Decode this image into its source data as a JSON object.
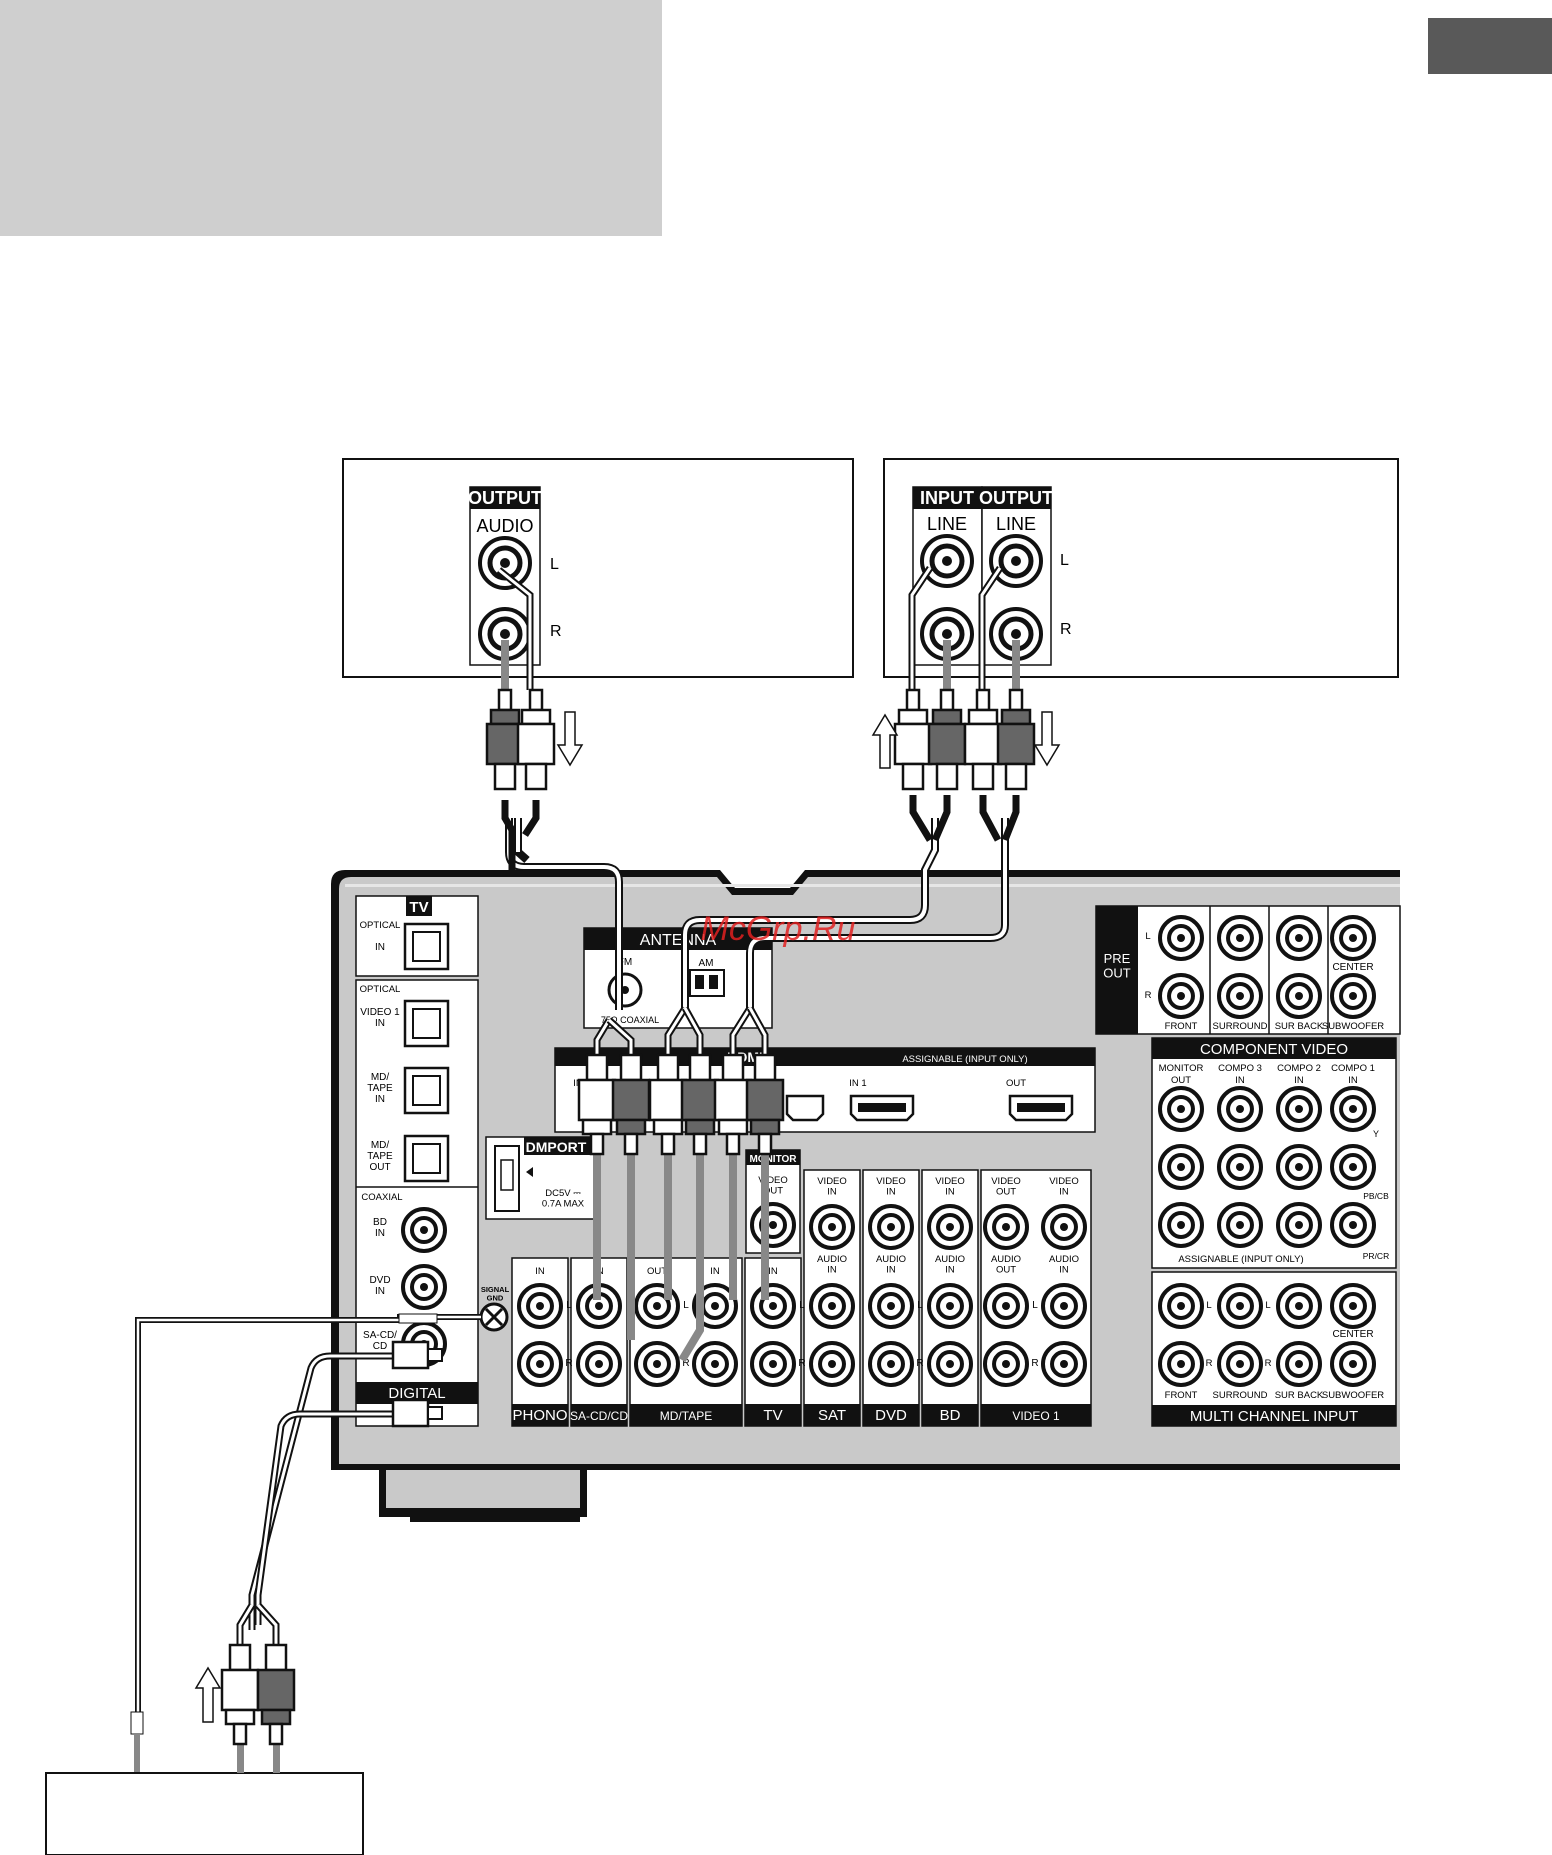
{
  "watermark": "McGrp.Ru",
  "device_left": {
    "output_header": "OUTPUT",
    "audio": "AUDIO",
    "l": "L",
    "r": "R"
  },
  "device_right": {
    "input_header": "INPUT",
    "output_header": "OUTPUT",
    "line_in": "LINE",
    "line_out": "LINE",
    "l": "L",
    "r": "R"
  },
  "receiver": {
    "tv_header": "TV",
    "tv_optical": "OPTICAL",
    "tv_in": "IN",
    "optical": "OPTICAL",
    "video1_in": "VIDEO 1\nIN",
    "mdtape_in": "MD/\nTAPE\nIN",
    "mdtape_out": "MD/\nTAPE\nOUT",
    "coaxial": "COAXIAL",
    "bd_in": "BD\nIN",
    "dvd_in": "DVD\nIN",
    "sacd_cd": "SA-CD/\nCD",
    "digital": "DIGITAL",
    "antenna": "ANTENNA",
    "fm": "FM",
    "am": "AM",
    "coaxial_75": "75Ω COAXIAL",
    "hdmi": "HDMI",
    "hdmi_assignable": "ASSIGNABLE (INPUT ONLY)",
    "hdmi_in": "IN",
    "hdmi_in1": "IN 1",
    "hdmi_out": "OUT",
    "dmport": "DMPORT",
    "dc": "DC5V ⎓\n0.7A MAX",
    "signal_gnd": "SIGNAL\nGND",
    "monitor": "MONITOR",
    "video_out": "VIDEO\nOUT",
    "in": "IN",
    "out": "OUT",
    "video_in": "VIDEO\nIN",
    "audio_in": "AUDIO\nIN",
    "audio_out": "AUDIO\nOUT",
    "l": "L",
    "r": "R",
    "groups": [
      "PHONO",
      "SA-CD/CD",
      "MD/TAPE",
      "TV",
      "SAT",
      "DVD",
      "BD",
      "VIDEO 1"
    ],
    "pre_out": "PRE\nOUT",
    "pre_labels": [
      "FRONT",
      "SURROUND",
      "SUR BACK",
      "SUBWOOFER"
    ],
    "center": "CENTER",
    "component_video": "COMPONENT VIDEO",
    "comp_cols": [
      "MONITOR\nOUT",
      "COMPO 3\nIN",
      "COMPO 2\nIN",
      "COMPO 1\nIN"
    ],
    "y": "Y",
    "pb": "PB/CB",
    "pr": "PR/CR",
    "assignable_input_only": "ASSIGNABLE (INPUT ONLY)",
    "multi_labels": [
      "FRONT",
      "SURROUND",
      "SUR BACK",
      "SUBWOOFER"
    ],
    "multi_channel_input": "MULTI CHANNEL INPUT"
  }
}
